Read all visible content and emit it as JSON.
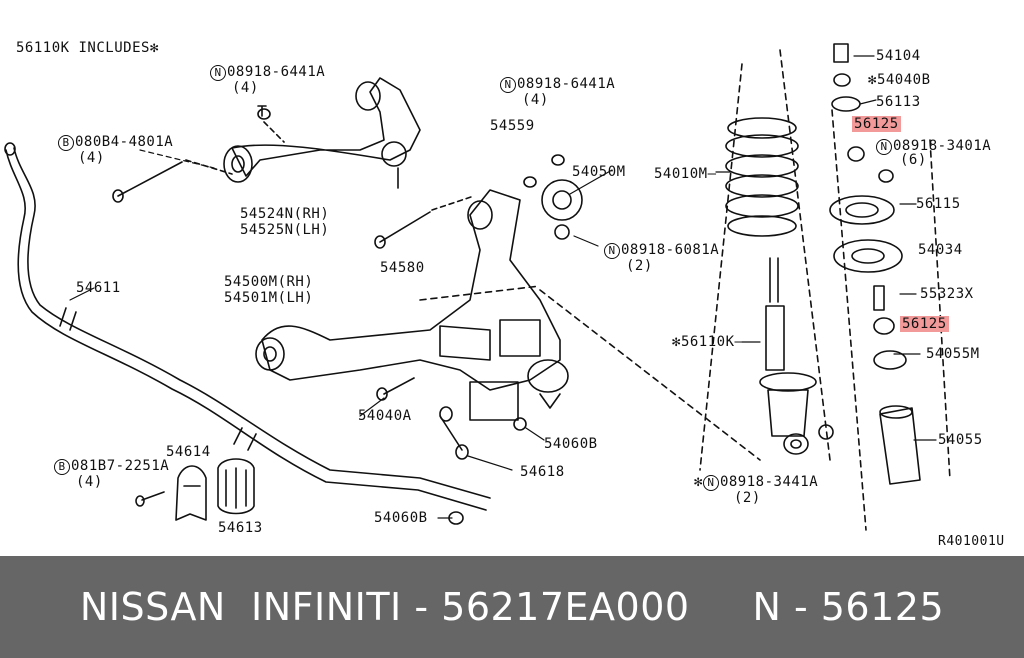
{
  "diagram": {
    "header_note": "56110K INCLUDES",
    "ref_code": "R401001U",
    "labels": {
      "l_08918_6441A_a": "08918-6441A",
      "l_4_a": "(4)",
      "l_080B4_4801A": "080B4-4801A",
      "l_4_b": "(4)",
      "l_08918_6441A_b": "08918-6441A",
      "l_4_c": "(4)",
      "l_54559": "54559",
      "l_54050M": "54050M",
      "l_54524N": "54524N(RH)",
      "l_54525N": "54525N(LH)",
      "l_54580": "54580",
      "l_08918_6081A": "08918-6081A",
      "l_2_a": "(2)",
      "l_54611": "54611",
      "l_54500M": "54500M(RH)",
      "l_54501M": "54501M(LH)",
      "l_54040A": "54040A",
      "l_54060B_a": "54060B",
      "l_54618": "54618",
      "l_54614": "54614",
      "l_081B7_2251A": "081B7-2251A",
      "l_4_d": "(4)",
      "l_54613": "54613",
      "l_54060B_b": "54060B",
      "l_54010M": "54010M",
      "l_56110K": "56110K",
      "l_08918_3441A": "08918-3441A",
      "l_2_b": "(2)",
      "l_54104": "54104",
      "l_54040B": "54040B",
      "l_56113": "56113",
      "l_56125_a": "56125",
      "l_08918_3401A": "08918-3401A",
      "l_6": "(6)",
      "l_56115": "56115",
      "l_54034": "54034",
      "l_55323X": "55323X",
      "l_56125_b": "56125",
      "l_54055M": "54055M",
      "l_54055": "54055"
    },
    "symbols": {
      "n": "N",
      "b": "B",
      "star": "✻"
    },
    "highlight_color": "#f29a9a"
  },
  "banner": {
    "text": "NISSAN  INFINITI - 56217EA000     N - 56125",
    "background": "#666666"
  }
}
